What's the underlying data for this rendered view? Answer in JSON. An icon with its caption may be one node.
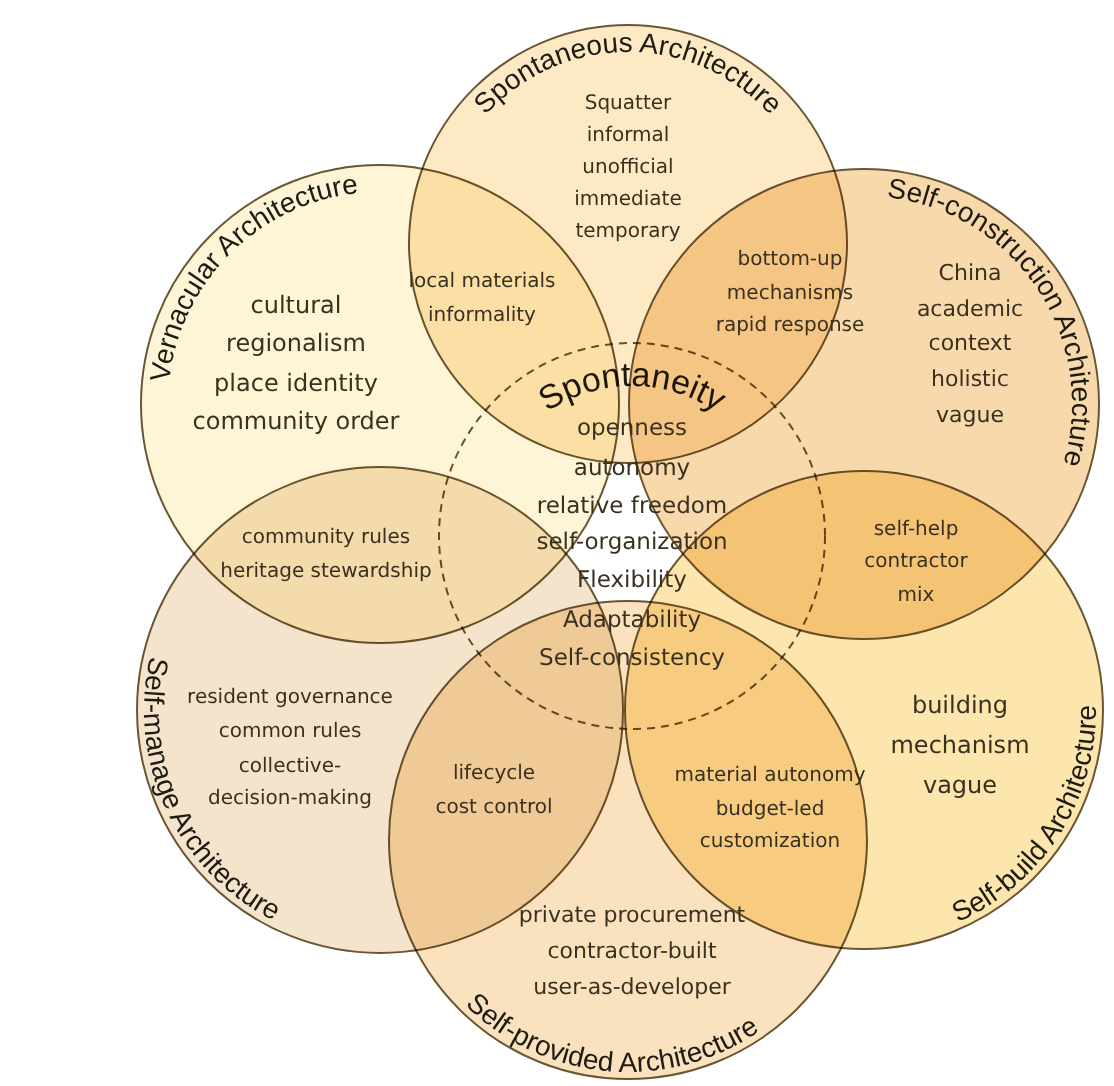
{
  "diagram": {
    "nodes": [
      {
        "text": [
          "Spontaneous Architecture",
          "Squatter",
          "informal",
          "unofficial",
          "immediate",
          "temporary"
        ]
      },
      {
        "text": [
          "Vernacular Architecture",
          "cultural",
          "regionalism",
          "place identity",
          "community order"
        ]
      },
      {
        "text": [
          "Self-construction Architecture",
          "China",
          "academic",
          "context",
          "holistic",
          "vague"
        ]
      },
      {
        "text": [
          "Spontaneity",
          "openness",
          "autonomy",
          "relative freedom",
          "self-organization",
          "Flexibility",
          "Adaptability",
          "Self-consistency"
        ]
      },
      {
        "text": [
          "Self-manage Architecture",
          "resident governance",
          "common rules",
          "collective- decision-making"
        ]
      },
      {
        "text": [
          "Self-build Architecture",
          "building",
          "mechanism",
          "vague"
        ]
      },
      {
        "text": [
          "Self-provided Architecture",
          "private procurement",
          "contractor-built",
          "user-as-developer"
        ]
      }
    ],
    "labels": [
      "local materials",
      "informality",
      "bottom-up",
      "mechanisms",
      "rapid response",
      "community rules",
      "heritage stewardship",
      "self-help",
      "contractor",
      "mix",
      "lifecycle",
      "cost control",
      "material autonomy",
      "budget-led",
      "customization"
    ]
  }
}
